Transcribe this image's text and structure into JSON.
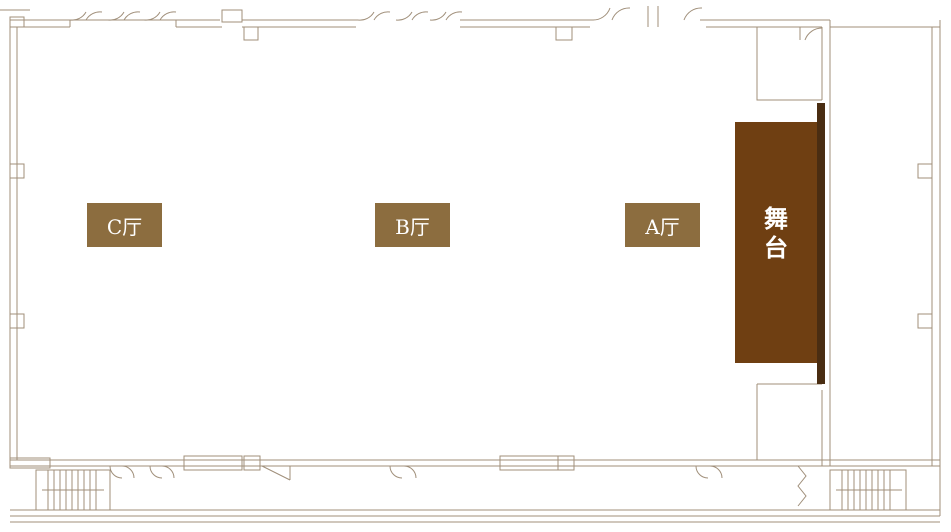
{
  "halls": [
    {
      "id": "c",
      "label": "C厅"
    },
    {
      "id": "b",
      "label": "B厅"
    },
    {
      "id": "a",
      "label": "A厅"
    }
  ],
  "stage": {
    "label": "舞\n台"
  },
  "colors": {
    "wall": "#a08f7a",
    "hall_label_bg": "#8c6d3f",
    "stage": "#6f3f12",
    "stage_edge": "#4a2d12",
    "text": "#ffffff"
  }
}
